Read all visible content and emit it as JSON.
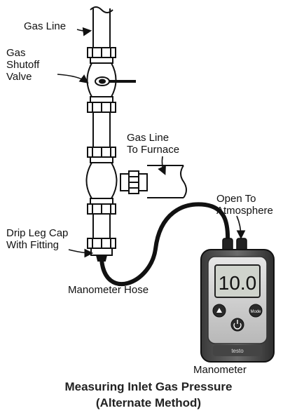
{
  "labels": {
    "gas_line": "Gas Line",
    "gas_shutoff_valve": [
      "Gas",
      "Shutoff",
      "Valve"
    ],
    "gas_line_to_furnace": [
      "Gas Line",
      "To Furnace"
    ],
    "open_to_atmosphere": [
      "Open To",
      "Atmosphere"
    ],
    "drip_leg_cap": [
      "Drip Leg Cap",
      "With Fitting"
    ],
    "manometer_hose": "Manometer Hose",
    "manometer": "Manometer"
  },
  "manometer_display": {
    "reading": "10.0",
    "mode_button": "Mode",
    "brand": "testo"
  },
  "caption": {
    "line1": "Measuring Inlet Gas Pressure",
    "line2": "(Alternate Method)"
  }
}
